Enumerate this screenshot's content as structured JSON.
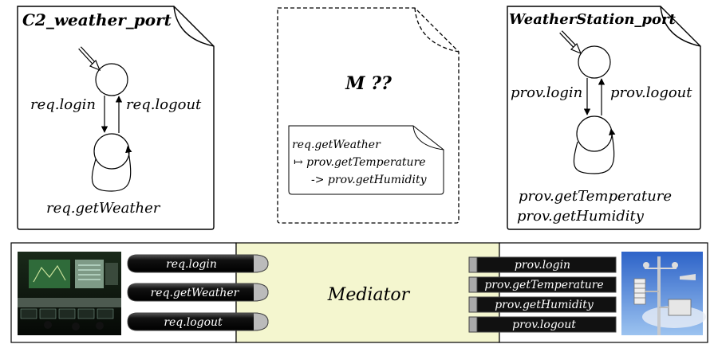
{
  "left_doc": {
    "title": "C2_weather_port",
    "label_login": "req.login",
    "label_logout": "req.logout",
    "label_loop": "req.getWeather"
  },
  "middle_doc": {
    "title": "M ??",
    "note_line1": "req.getWeather",
    "note_line2": "↦ prov.getTemperature",
    "note_line3": "-> prov.getHumidity"
  },
  "right_doc": {
    "title": "WeatherStation_port",
    "label_login": "prov.login",
    "label_logout": "prov.logout",
    "label_loop1": "prov.getTemperature",
    "label_loop2": "prov.getHumidity"
  },
  "bottom": {
    "left_ports": [
      "req.login",
      "req.getWeather",
      "req.logout"
    ],
    "mediator_label": "Mediator",
    "right_ports": [
      "prov.login",
      "prov.getTemperature",
      "prov.getHumidity",
      "prov.logout"
    ]
  },
  "colors": {
    "mediator_fill": "#f4f6cf",
    "port_fill": "#111111",
    "port_text": "#ffffff",
    "sky": "#3f78d4"
  }
}
